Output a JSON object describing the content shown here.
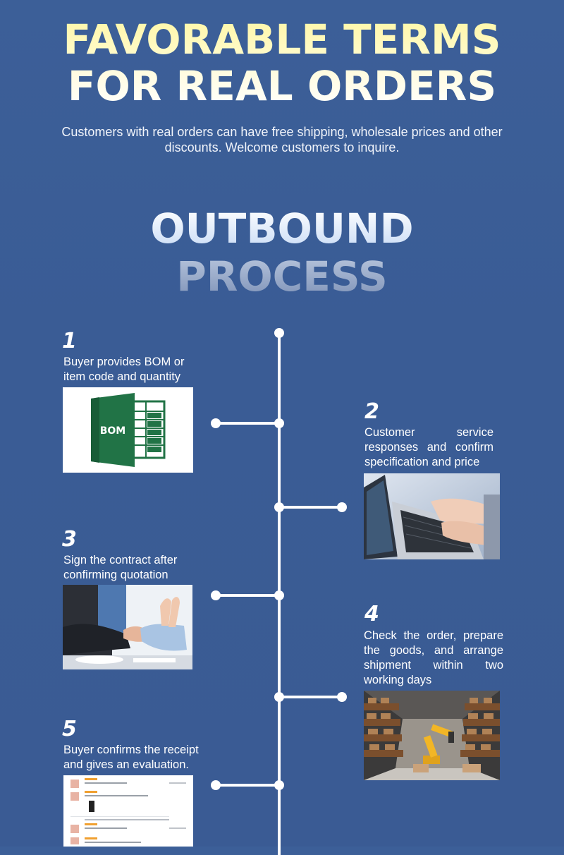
{
  "header": {
    "title_line1": "FAVORABLE TERMS",
    "title_line2": "FOR REAL ORDERS",
    "subtitle": "Customers with real orders can have free shipping, wholesale prices and other discounts. Welcome customers to inquire."
  },
  "section": {
    "title_line1": "OUTBOUND",
    "title_line2": "PROCESS"
  },
  "steps": [
    {
      "number": "1",
      "text": "Buyer provides BOM or item code and quantity",
      "image_label": "BOM"
    },
    {
      "number": "2",
      "text": "Customer service responses and confirm specification and price"
    },
    {
      "number": "3",
      "text": "Sign the contract after confirming quotation"
    },
    {
      "number": "4",
      "text": "Check the order, prepare the goods, and arrange shipment within two working days"
    },
    {
      "number": "5",
      "text": "Buyer confirms the receipt and gives an evaluation."
    }
  ],
  "colors": {
    "background": "#3a5c95",
    "title_yellow": "#fff7a6",
    "excel_green": "#217346"
  }
}
